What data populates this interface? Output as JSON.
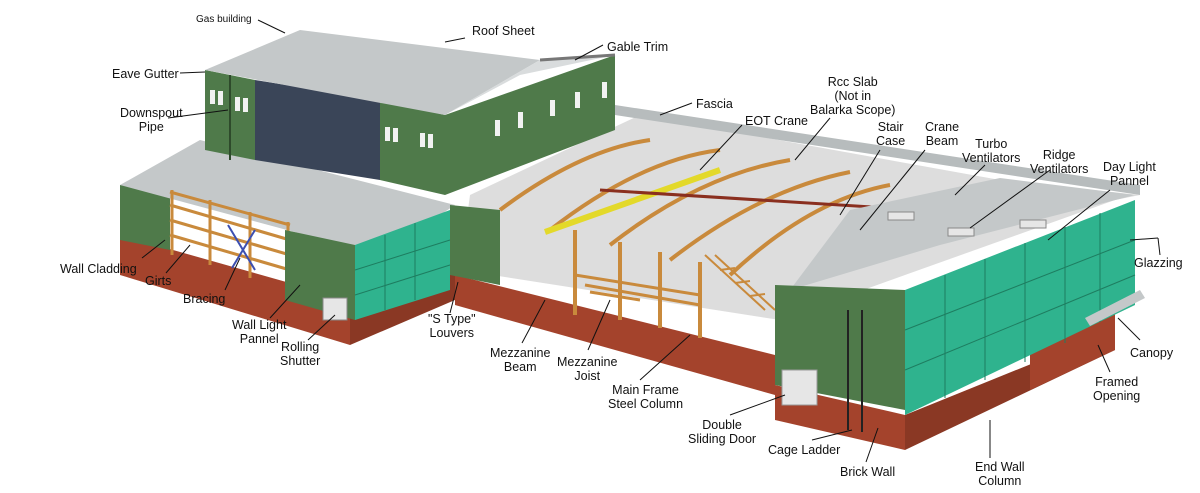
{
  "diagram": {
    "labels": [
      {
        "id": "gas-building",
        "text": "Gas building"
      },
      {
        "id": "roof-sheet",
        "text": "Roof Sheet"
      },
      {
        "id": "gable-trim",
        "text": "Gable Trim"
      },
      {
        "id": "eave-gutter",
        "text": "Eave Gutter"
      },
      {
        "id": "downspout-pipe",
        "text": "Downspout\nPipe"
      },
      {
        "id": "fascia",
        "text": "Fascia"
      },
      {
        "id": "eot-crane",
        "text": "EOT Crane"
      },
      {
        "id": "rcc-slab",
        "text": "Rcc Slab\n(Not in\nBalarka Scope)"
      },
      {
        "id": "stair-case",
        "text": "Stair\nCase"
      },
      {
        "id": "crane-beam",
        "text": "Crane\nBeam"
      },
      {
        "id": "turbo-ventilators",
        "text": "Turbo\nVentilators"
      },
      {
        "id": "ridge-ventilators",
        "text": "Ridge\nVentilators"
      },
      {
        "id": "day-light-pannel",
        "text": "Day Light\nPannel"
      },
      {
        "id": "glazzing",
        "text": "Glazzing"
      },
      {
        "id": "wall-cladding",
        "text": "Wall Cladding"
      },
      {
        "id": "girts",
        "text": "Girts"
      },
      {
        "id": "bracing",
        "text": "Bracing"
      },
      {
        "id": "wall-light-panel",
        "text": "Wall Light\nPannel"
      },
      {
        "id": "rolling-shutter",
        "text": "Rolling\nShutter"
      },
      {
        "id": "s-type-louvers",
        "text": "\"S Type\"\nLouvers"
      },
      {
        "id": "mezzanine-beam",
        "text": "Mezzanine\nBeam"
      },
      {
        "id": "mezzanine-joist",
        "text": "Mezzanine\nJoist"
      },
      {
        "id": "main-frame-steel-column",
        "text": "Main Frame\nSteel Column"
      },
      {
        "id": "double-sliding-door",
        "text": "Double\nSliding Door"
      },
      {
        "id": "cage-ladder",
        "text": "Cage Ladder"
      },
      {
        "id": "brick-wall",
        "text": "Brick Wall"
      },
      {
        "id": "canopy",
        "text": "Canopy"
      },
      {
        "id": "framed-opening",
        "text": "Framed\nOpening"
      },
      {
        "id": "end-wall-column",
        "text": "End Wall\nColumn"
      }
    ]
  },
  "colors": {
    "cladding_green": "#4f7a4a",
    "cladding_dark": "#3d6239",
    "roof_grey": "#c4c8c9",
    "roof_light": "#d9dcdd",
    "brick": "#a4432c",
    "brick_dark": "#8a3824",
    "steel_frame": "#c98a3c",
    "glazing": "#2fb38e",
    "floor": "#dcdcdc",
    "crane_yellow": "#e3d92a",
    "pointer": "#111111"
  }
}
